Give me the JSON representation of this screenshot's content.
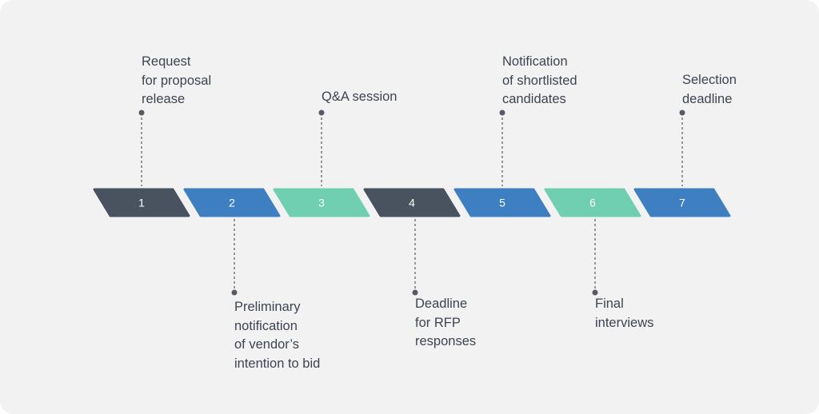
{
  "palette": {
    "dark": "#48535f",
    "blue": "#3e7fc1",
    "teal": "#6fcfb0",
    "connector": "#555a63",
    "text": "#3d4451",
    "background": "#f2f2f3"
  },
  "steps": [
    {
      "number": "1",
      "label": "Request\nfor proposal\nrelease",
      "color": "dark",
      "side": "top"
    },
    {
      "number": "2",
      "label": "Preliminary\nnotification\nof vendor’s\nintention to bid",
      "color": "blue",
      "side": "bottom"
    },
    {
      "number": "3",
      "label": "Q&A session",
      "color": "teal",
      "side": "top"
    },
    {
      "number": "4",
      "label": "Deadline\nfor RFP\nresponses",
      "color": "dark",
      "side": "bottom"
    },
    {
      "number": "5",
      "label": "Notification\nof shortlisted\ncandidates",
      "color": "blue",
      "side": "top"
    },
    {
      "number": "6",
      "label": "Final\ninterviews",
      "color": "teal",
      "side": "bottom"
    },
    {
      "number": "7",
      "label": "Selection\ndeadline",
      "color": "blue",
      "side": "top"
    }
  ]
}
